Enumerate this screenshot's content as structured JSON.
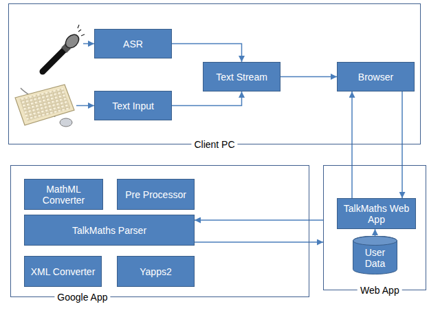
{
  "diagram": {
    "nodes": [
      {
        "text": [
          "Client PC"
        ]
      },
      {
        "text": [
          "ASR"
        ],
        "in": 0
      },
      {
        "text": [
          "Text Input"
        ],
        "in": 0
      },
      {
        "text": [
          "Text Stream"
        ],
        "in": 0
      },
      {
        "text": [
          "Browser"
        ],
        "in": 0
      },
      {
        "text": [
          "Google App"
        ]
      },
      {
        "text": [
          "MathML Converter"
        ],
        "in": 5
      },
      {
        "text": [
          "Pre Processor"
        ],
        "in": 5
      },
      {
        "text": [
          "TalkMaths Parser"
        ],
        "in": 5
      },
      {
        "text": [
          "XML Converter"
        ],
        "in": 5
      },
      {
        "text": [
          "Yapps2"
        ],
        "in": 5
      },
      {
        "text": [
          "Web App"
        ]
      },
      {
        "text": [
          "TalkMaths Web App"
        ],
        "in": 11
      },
      {
        "text": [
          "User Data"
        ],
        "in": 11
      }
    ],
    "edges": [
      {
        "from": 1,
        "to": 3,
        "arrow": "to"
      },
      {
        "from": 2,
        "to": 3,
        "arrow": "to"
      },
      {
        "from": 3,
        "to": 4,
        "arrow": "to"
      },
      {
        "from": 12,
        "to": 4,
        "arrow": "to"
      },
      {
        "from": 4,
        "to": 12,
        "arrow": "to"
      },
      {
        "from": 11,
        "to": 8,
        "arrow": "to"
      },
      {
        "from": 8,
        "to": 11,
        "arrow": "to"
      },
      {
        "from": 13,
        "to": 12,
        "arrow": "to"
      }
    ]
  }
}
